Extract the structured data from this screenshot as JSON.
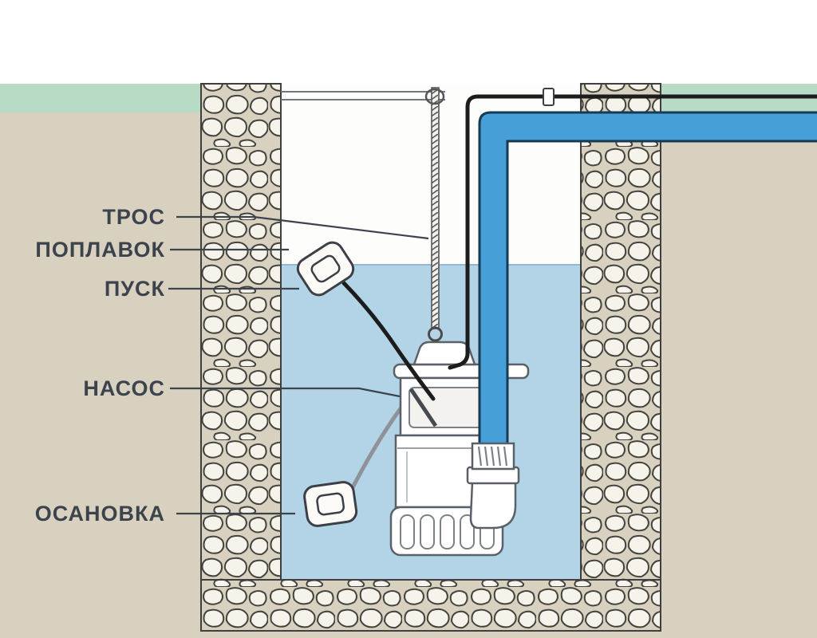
{
  "labels": {
    "tros": "ТРОС",
    "poplavok": "ПОПЛАВОК",
    "pusk": "ПУСК",
    "nasos": "НАСОС",
    "osanovka": "ОСАНОВКА"
  },
  "colors": {
    "ground": "#d9d1bf",
    "grass": "#b8dbc5",
    "water": "#b3d4e7",
    "pipe": "#479fd8",
    "pipe_outline": "#173a52",
    "cable_power": "#1c1c1c",
    "cable_stop_float": "#8f9399",
    "stone_fill": "#f6f3ea",
    "stone_stroke": "#44443f",
    "label_text": "#3c434c",
    "pump_outline": "#596068",
    "float_fill": "#fbfaf6"
  }
}
